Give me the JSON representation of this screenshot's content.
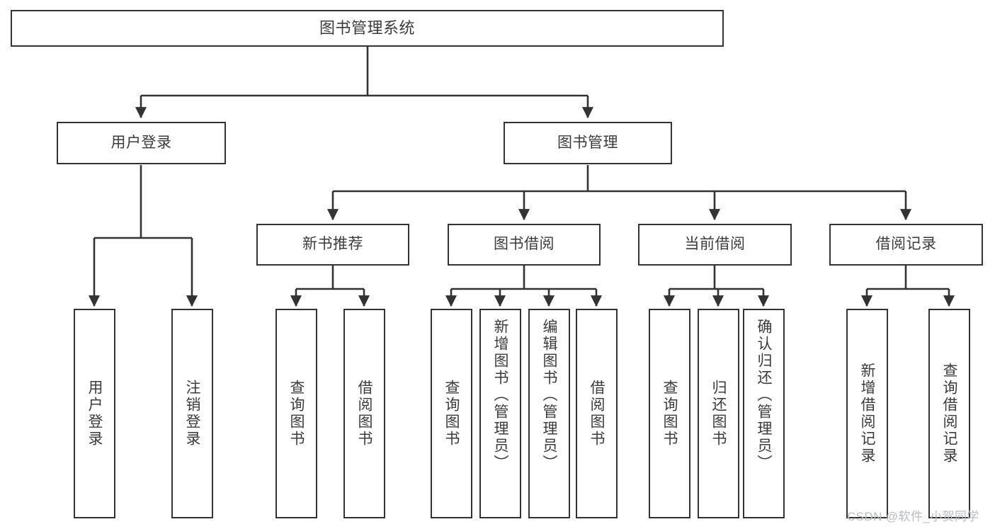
{
  "diagram": {
    "title": "图书管理系统",
    "type": "tree-hierarchy-chart",
    "colors": {
      "background": "#ffffff",
      "box_border": "#333333",
      "box_fill": "#ffffff",
      "text": "#3b3b3b",
      "connector": "#333333",
      "watermark": "#b9bcc0"
    },
    "root": {
      "label": "图书管理系统"
    },
    "level2": [
      {
        "label": "用户登录"
      },
      {
        "label": "图书管理"
      }
    ],
    "level3": [
      {
        "label": "新书推荐"
      },
      {
        "label": "图书借阅"
      },
      {
        "label": "当前借阅"
      },
      {
        "label": "借阅记录"
      }
    ],
    "leaves": {
      "user_login": [
        {
          "label": "用户登录"
        },
        {
          "label": "注销登录"
        }
      ],
      "new_book_recommend": [
        {
          "label": "查询图书"
        },
        {
          "label": "借阅图书"
        }
      ],
      "book_borrow": [
        {
          "label": "查询图书"
        },
        {
          "label": "新增图书（管理员）"
        },
        {
          "label": "编辑图书（管理员）"
        },
        {
          "label": "借阅图书"
        }
      ],
      "current_borrow": [
        {
          "label": "查询图书"
        },
        {
          "label": "归还图书"
        },
        {
          "label": "确认归还（管理员）"
        }
      ],
      "borrow_record": [
        {
          "label": "新增借阅记录"
        },
        {
          "label": "查询借阅记录"
        }
      ]
    }
  },
  "watermark": {
    "text": "CSDN @软件_小贺同学"
  }
}
